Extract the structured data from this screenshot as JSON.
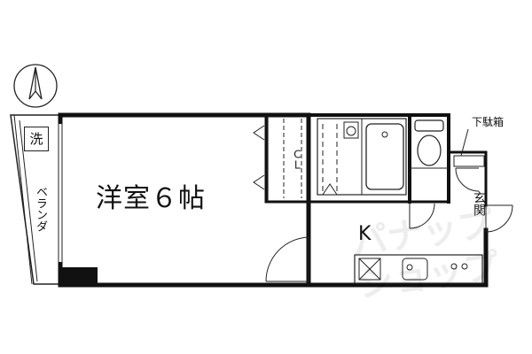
{
  "plan": {
    "rooms": {
      "western_room": "洋室６帖",
      "closet": "ＣＬ",
      "kitchen": "K",
      "shoe_box": "下駄箱",
      "entrance": "玄関",
      "veranda": "ベランダ",
      "washer": "洗"
    },
    "watermark": [
      "パナップ",
      "ショップ"
    ],
    "compass": "north-arrow"
  }
}
